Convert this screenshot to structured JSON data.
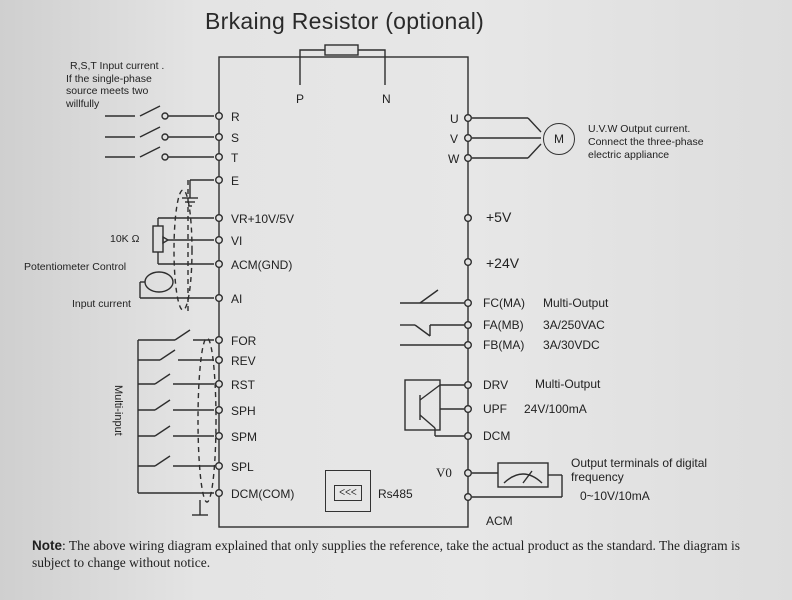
{
  "title": "Brkaing Resistor (optional)",
  "top_terminals": {
    "p": "P",
    "n": "N"
  },
  "left_notes": {
    "rst_line1": "R,S,T Input current .",
    "rst_line2": "If the single-phase",
    "rst_line3": "source meets two",
    "rst_line4": "willfully",
    "pot_value": "10K Ω",
    "pot_control": "Potentiometer Control",
    "input_current": "Input current",
    "multi_input": "Multi-input"
  },
  "left_terminals": [
    "R",
    "S",
    "T",
    "E",
    "VR+10V/5V",
    "VI",
    "ACM(GND)",
    "AI",
    "FOR",
    "REV",
    "RST",
    "SPH",
    "SPM",
    "SPL",
    "DCM(COM)"
  ],
  "rs485": "Rs485",
  "right_terminals": {
    "u": "U",
    "v": "V",
    "w": "W",
    "plus5": "+5V",
    "plus24": "+24V",
    "fc": "FC(MA)",
    "fa": "FA(MB)",
    "fb": "FB(MA)",
    "drv": "DRV",
    "upf": "UPF",
    "dcm": "DCM",
    "v0": "V0",
    "acm": "ACM"
  },
  "right_notes": {
    "motor": "M",
    "uvw_line1": "U.V.W Output current.",
    "uvw_line2": "Connect the three-phase",
    "uvw_line3": "electric appliance",
    "relay_output": "Multi-Output",
    "fa_rating": "3A/250VAC",
    "fb_rating": "3A/30VDC",
    "oc_output": "Multi-Output",
    "upf_rating": "24V/100mA",
    "digital_line1": "Output terminals of digital",
    "digital_line2": "frequency",
    "digital_line3": "0~10V/10mA"
  },
  "note": {
    "label": "Note",
    "text": ": The above wiring diagram explained that only supplies the reference, take the actual product  as the standard. The diagram is subject to change without notice."
  }
}
